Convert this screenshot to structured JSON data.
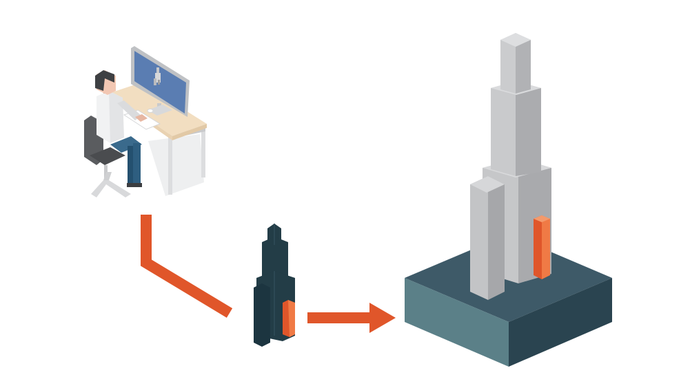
{
  "illustration": {
    "steps": [
      {
        "id": "designer-workstation",
        "icon": "person-at-computer-icon"
      },
      {
        "id": "dark-model",
        "icon": "skyscraper-silhouette-icon"
      },
      {
        "id": "final-structure",
        "icon": "skyscraper-on-base-icon"
      }
    ],
    "connectors": [
      {
        "from": "designer-workstation",
        "to": "dark-model",
        "style": "elbow-line"
      },
      {
        "from": "dark-model",
        "to": "final-structure",
        "style": "arrow"
      }
    ]
  },
  "colors": {
    "accent_orange": "#E0562A",
    "monitor_blue": "#5A7DB2",
    "dark_teal": "#233D47",
    "base_top": "#3E5A68",
    "base_left": "#5B8088",
    "base_right": "#2A4450",
    "tower_light": "#D2D3D5",
    "tower_mid": "#BDBEC0",
    "tower_dark": "#A3A4A7",
    "desk_top": "#F2DEC1",
    "chair_gray": "#4A4C4F",
    "jeans_blue": "#2E5E80"
  }
}
